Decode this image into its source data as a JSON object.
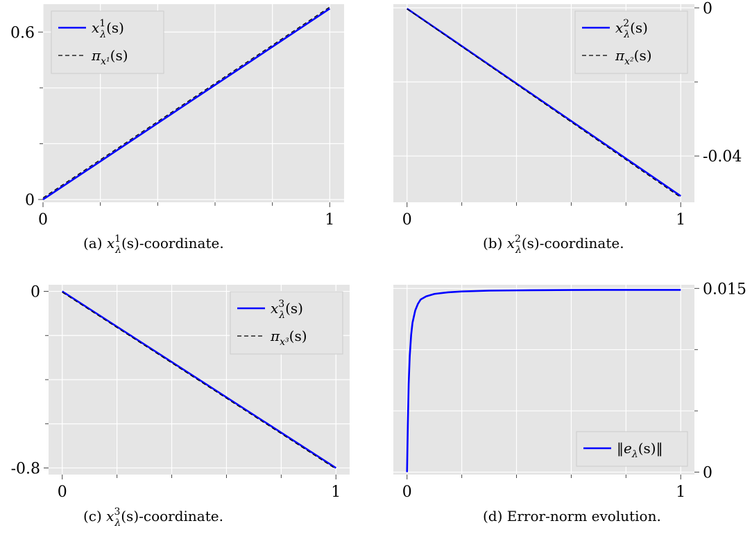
{
  "chart_data": [
    {
      "type": "line",
      "panel": "a",
      "caption_prefix": "(a) ",
      "caption_var": "x",
      "caption_sub": "λ",
      "caption_sup": "1",
      "caption_suffix": "(s)-coordinate.",
      "xlim": [
        0,
        1.05
      ],
      "ylim": [
        -0.01,
        0.7
      ],
      "yaxis_side": "left",
      "x_ticks": [
        0,
        1
      ],
      "x_tick_labels": [
        "0",
        "1"
      ],
      "x_minor_ticks": [
        0.2,
        0.4,
        0.6,
        0.8
      ],
      "y_ticks": [
        0,
        0.6
      ],
      "y_tick_labels": [
        "0",
        "0.6"
      ],
      "y_minor_ticks": [
        0.2,
        0.4
      ],
      "grid": true,
      "legend_position": "top-left",
      "series": [
        {
          "name": "x_λ^1(s)",
          "legend_label": {
            "var": "x",
            "sup": "1",
            "sub": "λ",
            "arg": "(s)"
          },
          "style": "solid",
          "color": "#0000ff",
          "x": [
            0,
            1
          ],
          "y": [
            0.0,
            0.684
          ]
        },
        {
          "name": "π_{x^1}(s)",
          "legend_label": {
            "var": "π",
            "sub": "x¹",
            "arg": "(s)"
          },
          "style": "dashed",
          "color": "#000000",
          "x": [
            0,
            1
          ],
          "y": [
            0.006,
            0.69
          ]
        }
      ]
    },
    {
      "type": "line",
      "panel": "b",
      "caption_prefix": "(b) ",
      "caption_var": "x",
      "caption_sub": "λ",
      "caption_sup": "2",
      "caption_suffix": "(s)-coordinate.",
      "xlim": [
        -0.05,
        1.05
      ],
      "ylim": [
        -0.0525,
        0.001
      ],
      "yaxis_side": "right",
      "x_ticks": [
        0,
        1
      ],
      "x_tick_labels": [
        "0",
        "1"
      ],
      "x_minor_ticks": [
        0.2,
        0.4,
        0.6,
        0.8
      ],
      "y_ticks": [
        0,
        -0.04
      ],
      "y_tick_labels": [
        "0",
        "-0.04"
      ],
      "y_minor_ticks": [
        -0.02
      ],
      "grid": true,
      "legend_position": "top-right",
      "series": [
        {
          "name": "x_λ^2(s)",
          "legend_label": {
            "var": "x",
            "sup": "2",
            "sub": "λ",
            "arg": "(s)"
          },
          "style": "solid",
          "color": "#0000ff",
          "x": [
            0,
            1
          ],
          "y": [
            -0.0002,
            -0.0508
          ]
        },
        {
          "name": "π_{x^2}(s)",
          "legend_label": {
            "var": "π",
            "sub": "x²",
            "arg": "(s)"
          },
          "style": "dashed",
          "color": "#000000",
          "x": [
            0,
            1
          ],
          "y": [
            -0.0003,
            -0.0512
          ]
        }
      ]
    },
    {
      "type": "line",
      "panel": "c",
      "caption_prefix": "(c) ",
      "caption_var": "x",
      "caption_sub": "λ",
      "caption_sup": "3",
      "caption_suffix": "(s)-coordinate.",
      "xlim": [
        -0.05,
        1.05
      ],
      "ylim": [
        -0.83,
        0.03
      ],
      "yaxis_side": "left",
      "x_ticks": [
        0,
        1
      ],
      "x_tick_labels": [
        "0",
        "1"
      ],
      "x_minor_ticks": [
        0.2,
        0.4,
        0.6,
        0.8
      ],
      "y_ticks": [
        0,
        -0.8
      ],
      "y_tick_labels": [
        "0",
        "-0.8"
      ],
      "y_minor_ticks": [
        -0.2,
        -0.4,
        -0.6
      ],
      "grid": true,
      "legend_position": "top-right",
      "series": [
        {
          "name": "x_λ^3(s)",
          "legend_label": {
            "var": "x",
            "sup": "3",
            "sub": "λ",
            "arg": "(s)"
          },
          "style": "solid",
          "color": "#0000ff",
          "x": [
            0,
            1
          ],
          "y": [
            0.0,
            -0.8
          ]
        },
        {
          "name": "π_{x^3}(s)",
          "legend_label": {
            "var": "π",
            "sub": "x³",
            "arg": "(s)"
          },
          "style": "dashed",
          "color": "#000000",
          "x": [
            0,
            1
          ],
          "y": [
            -0.004,
            -0.805
          ]
        }
      ]
    },
    {
      "type": "line",
      "panel": "d",
      "caption_prefix": "(d) ",
      "caption_var": "",
      "caption_sub": "",
      "caption_sup": "",
      "caption_suffix": "Error-norm evolution.",
      "xlim": [
        -0.05,
        1.05
      ],
      "ylim": [
        -0.0002,
        0.0153
      ],
      "yaxis_side": "right",
      "x_ticks": [
        0,
        1
      ],
      "x_tick_labels": [
        "0",
        "1"
      ],
      "x_minor_ticks": [
        0.2,
        0.4,
        0.6,
        0.8
      ],
      "y_ticks": [
        0,
        0.015
      ],
      "y_tick_labels": [
        "0",
        "0.015"
      ],
      "y_minor_ticks": [
        0.005,
        0.01
      ],
      "grid": true,
      "legend_position": "bottom-right",
      "series": [
        {
          "name": "‖e_λ(s)‖",
          "legend_label": {
            "var": "‖e",
            "sub": "λ",
            "arg": "(s)‖"
          },
          "style": "solid",
          "color": "#0000ff",
          "x": [
            0,
            0.003,
            0.006,
            0.01,
            0.015,
            0.02,
            0.03,
            0.04,
            0.05,
            0.07,
            0.1,
            0.15,
            0.2,
            0.3,
            0.4,
            0.5,
            0.6,
            0.7,
            0.8,
            0.9,
            1.0
          ],
          "y": [
            0.0,
            0.004,
            0.0072,
            0.0095,
            0.0112,
            0.0122,
            0.0132,
            0.01375,
            0.0141,
            0.01435,
            0.01455,
            0.01468,
            0.01475,
            0.01482,
            0.01484,
            0.01486,
            0.01487,
            0.01488,
            0.01488,
            0.01488,
            0.01488
          ]
        }
      ]
    }
  ]
}
